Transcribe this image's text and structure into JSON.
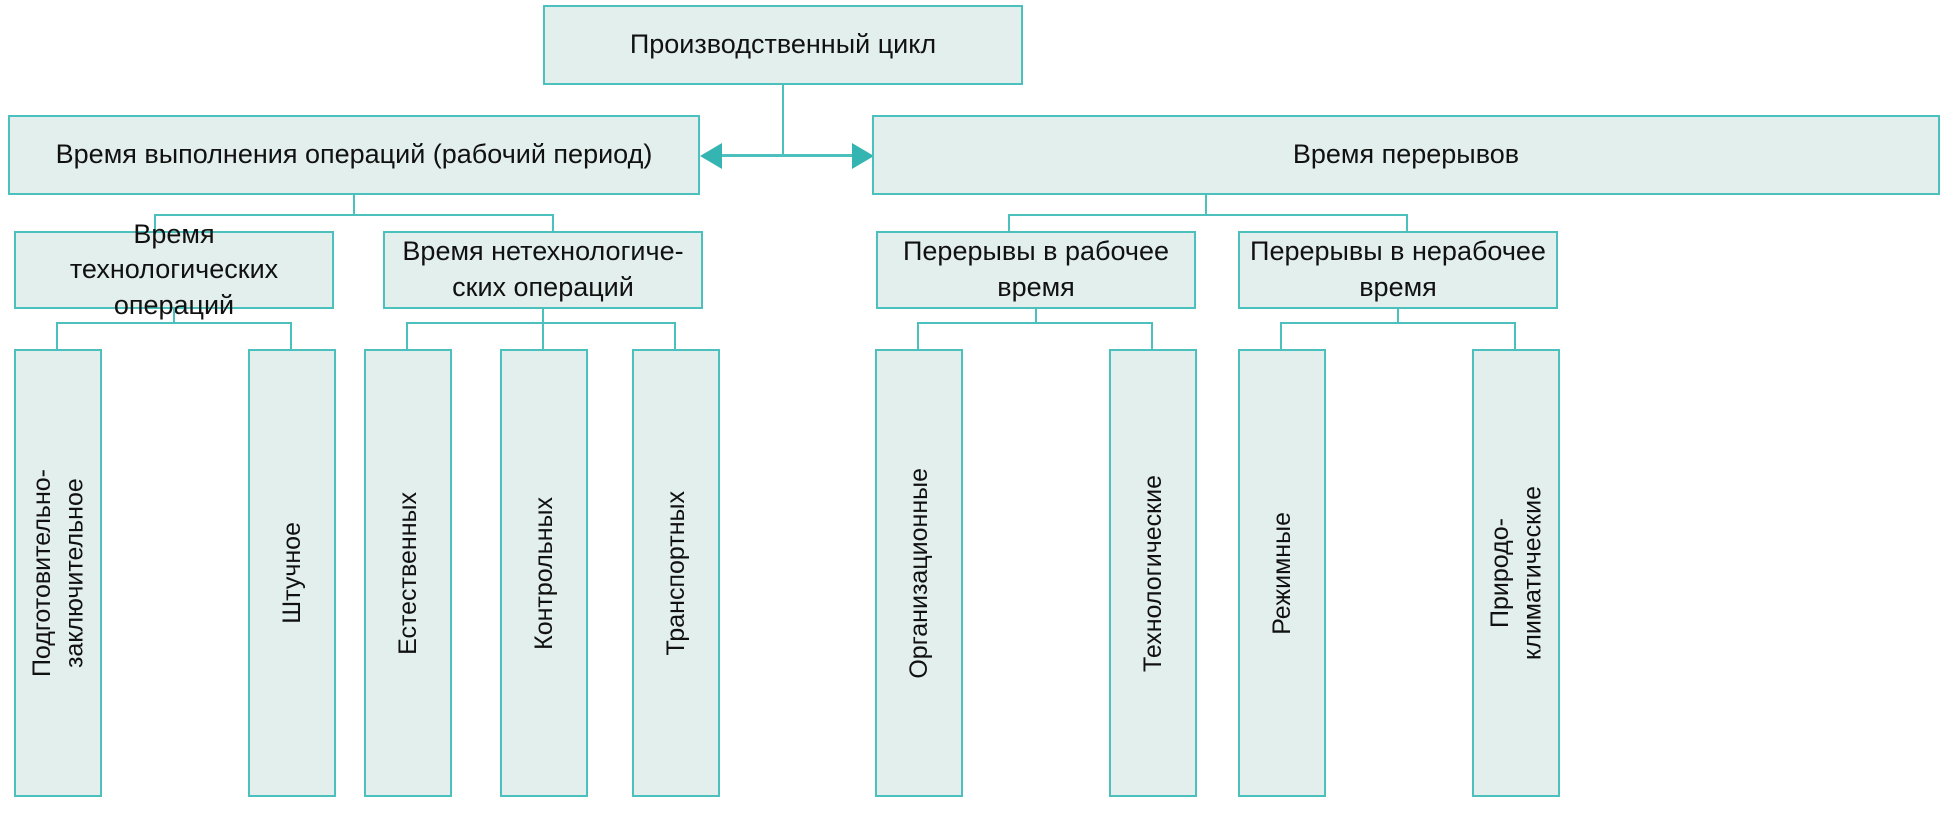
{
  "diagram": {
    "title": "Производственный цикл",
    "colors": {
      "fill": "#e3efec",
      "border": "#4cc0bd",
      "arrow": "#35b5b1",
      "text": "#111111",
      "background": "#ffffff"
    },
    "root": "Производственный цикл",
    "level2": {
      "left": "Время выполнения операций (рабочий период)",
      "right": "Время перерывов"
    },
    "level3": {
      "l1": "Время технологических\nопераций",
      "l2": "Время нетехнологиче-\nских операций",
      "r1": "Перерывы в рабочее\nвремя",
      "r2": "Перерывы в нерабочее\nвремя"
    },
    "leaves": {
      "a1": "Подготовительно-\nзаключительное",
      "a2": "Штучное",
      "b1": "Естественных",
      "b2": "Контрольных",
      "b3": "Транспортных",
      "c1": "Организационные",
      "c2": "Технологические",
      "d1": "Режимные",
      "d2": "Природо-\nклиматические"
    }
  }
}
